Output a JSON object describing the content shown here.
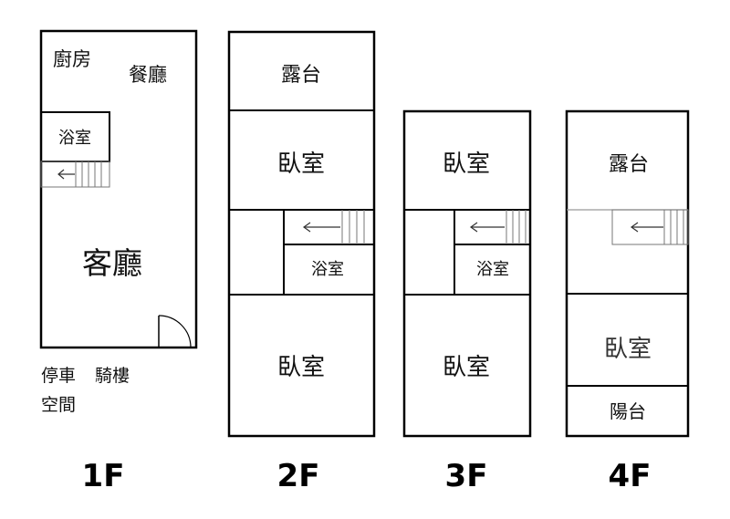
{
  "floors": {
    "f1": {
      "label": "1F",
      "rooms": {
        "kitchen": "廚房",
        "dining": "餐廳",
        "bath": "浴室",
        "living": "客廳"
      },
      "outside": {
        "parking": "停車",
        "arcade": "騎樓",
        "space": "空間"
      }
    },
    "f2": {
      "label": "2F",
      "rooms": {
        "terrace": "露台",
        "bedroom_top": "臥室",
        "bath": "浴室",
        "bedroom_bottom": "臥室"
      }
    },
    "f3": {
      "label": "3F",
      "rooms": {
        "bedroom_top": "臥室",
        "bath": "浴室",
        "bedroom_bottom": "臥室"
      }
    },
    "f4": {
      "label": "4F",
      "rooms": {
        "terrace": "露台",
        "bedroom": "臥室",
        "balcony": "陽台"
      }
    }
  }
}
